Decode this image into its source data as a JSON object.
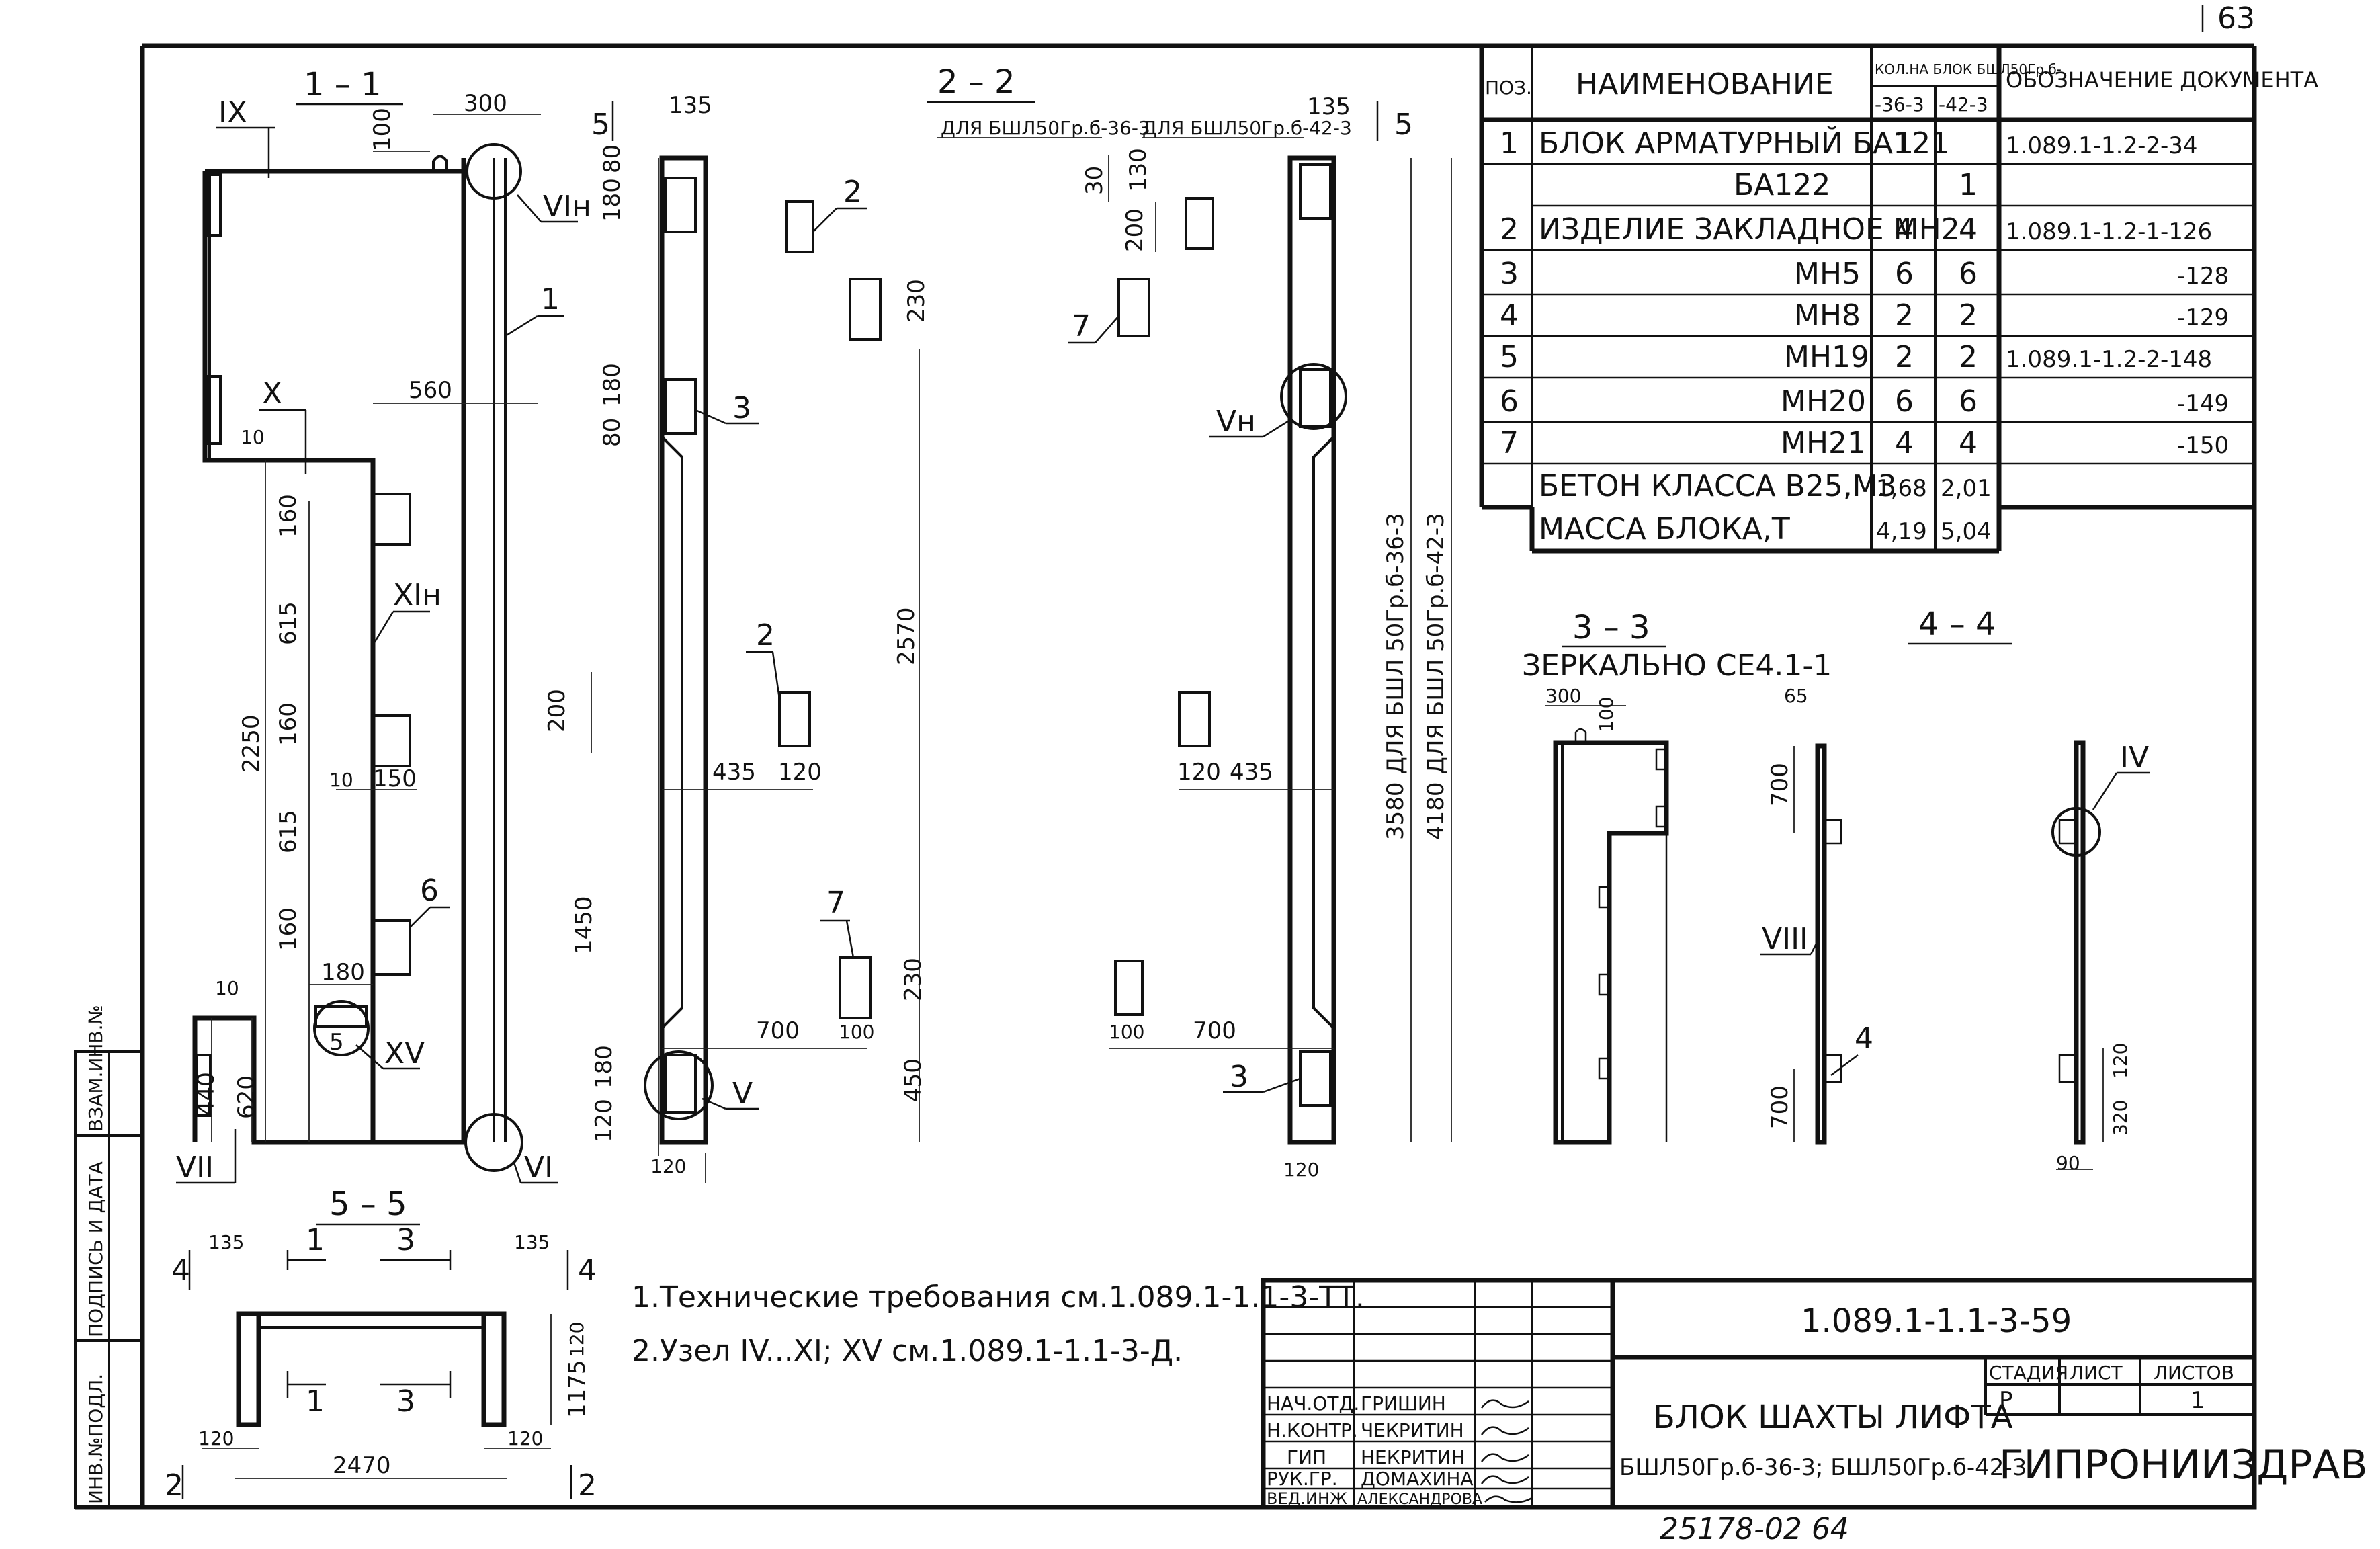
{
  "page_number": "63",
  "sections": {
    "s11": "1 – 1",
    "s22": "2 – 2",
    "s33": "3 – 3",
    "s44": "4 – 4",
    "s55": "5 – 5",
    "mirror_note": "ЗЕРКАЛЬНО СЕ4.1-1"
  },
  "dims_11": [
    "300",
    "100",
    "560",
    "10",
    "160",
    "615",
    "160",
    "10",
    "150",
    "615",
    "160",
    "180",
    "2250",
    "10",
    "440",
    "620"
  ],
  "dims_22": [
    "135",
    "135",
    "180",
    "80",
    "30",
    "130",
    "200",
    "230",
    "80",
    "180",
    "2570",
    "200",
    "435",
    "120",
    "120",
    "435",
    "1450",
    "700",
    "100",
    "230",
    "100",
    "700",
    "450",
    "120",
    "180",
    "120",
    "120"
  ],
  "dim_notes_22": {
    "left": "ДЛЯ БШЛ50Гр.б-36-3",
    "right": "ДЛЯ БШЛ50Гр.б-42-3"
  },
  "overall_dims": {
    "d3580": "3580  ДЛЯ БШЛ 50Гр.б-36-3",
    "d4180": "4180  ДЛЯ БШЛ 50Гр.б-42-3"
  },
  "dims_33": [
    "300",
    "100"
  ],
  "dims_44": [
    "65",
    "700",
    "700",
    "120",
    "320",
    "90"
  ],
  "dims_55": [
    "135",
    "135",
    "120",
    "1175",
    "120",
    "120",
    "2470"
  ],
  "callouts": {
    "pos": [
      "1",
      "2",
      "2",
      "3",
      "3",
      "4",
      "5",
      "6",
      "7",
      "7"
    ],
    "nodes": [
      "IX",
      "VIн",
      "X",
      "XIн",
      "XV",
      "VII",
      "VI",
      "V",
      "Vн",
      "IV",
      "VIII",
      "5",
      "5",
      "4",
      "4",
      "1",
      "3",
      "1",
      "3",
      "2",
      "2"
    ]
  },
  "spec_table": {
    "headers": {
      "pos": "ПОЗ.",
      "name": "НАИМЕНОВАНИЕ",
      "qty": "КОЛ.НА БЛОК БШЛ50Гр.б-",
      "q1": "-36-3",
      "q2": "-42-3",
      "doc": "ОБОЗНАЧЕНИЕ ДОКУМЕНТА"
    },
    "rows": [
      {
        "pos": "1",
        "name": "БЛОК АРМАТУРНЫЙ БА121",
        "q1": "1",
        "q2": "",
        "doc": "1.089.1-1.2-2-34"
      },
      {
        "pos": "",
        "name": "БА122",
        "q1": "",
        "q2": "1",
        "doc": ""
      },
      {
        "pos": "2",
        "name": "ИЗДЕЛИЕ ЗАКЛАДНОЕ МН2",
        "q1": "4",
        "q2": "4",
        "doc": "1.089.1-1.2-1-126"
      },
      {
        "pos": "3",
        "name": "МН5",
        "q1": "6",
        "q2": "6",
        "doc": "-128"
      },
      {
        "pos": "4",
        "name": "МН8",
        "q1": "2",
        "q2": "2",
        "doc": "-129"
      },
      {
        "pos": "5",
        "name": "МН19",
        "q1": "2",
        "q2": "2",
        "doc": "1.089.1-1.2-2-148"
      },
      {
        "pos": "6",
        "name": "МН20",
        "q1": "6",
        "q2": "6",
        "doc": "-149"
      },
      {
        "pos": "7",
        "name": "МН21",
        "q1": "4",
        "q2": "4",
        "doc": "-150"
      },
      {
        "pos": "",
        "name": "БЕТОН КЛАССА В25,М3",
        "q1": "1,68",
        "q2": "2,01",
        "doc": ""
      },
      {
        "pos": "",
        "name": "МАССА БЛОКА,Т",
        "q1": "4,19",
        "q2": "5,04",
        "doc": ""
      }
    ]
  },
  "notes": [
    "1.Технические требования см.1.089.1-1.1-3-ТТ.",
    "2.Узел IV...XI; XV см.1.089.1-1.1-3-Д."
  ],
  "title_block": {
    "doc_code": "1.089.1-1.1-3-59",
    "title_line1": "БЛОК ШАХТЫ ЛИФТА",
    "title_line2": "БШЛ50Гр.б-36-3; БШЛ50Гр.б-42-3",
    "stage_h": "СТАДИЯ",
    "sheet_h": "ЛИСТ",
    "sheets_h": "ЛИСТОВ",
    "stage": "Р",
    "sheets": "1",
    "org": "ГИПРОНИИЗДРАВ",
    "roles": [
      {
        "role": "НАЧ.ОТД.",
        "name": "ГРИШИН"
      },
      {
        "role": "Н.КОНТР.",
        "name": "ЧЕКРИТИН"
      },
      {
        "role": "ГИП",
        "name": "НЕКРИТИН"
      },
      {
        "role": "РУК.ГР.",
        "name": "ДОМАХИНА"
      },
      {
        "role": "ВЕД.ИНЖ",
        "name": "АЛЕКСАНДРОВА"
      }
    ]
  },
  "side_stamp": [
    "ИНВ.№ПОДЛ.",
    "ПОДПИСЬ И ДАТА",
    "ВЗАМ.ИНВ.№"
  ],
  "bottom_code": "25178-02  64"
}
